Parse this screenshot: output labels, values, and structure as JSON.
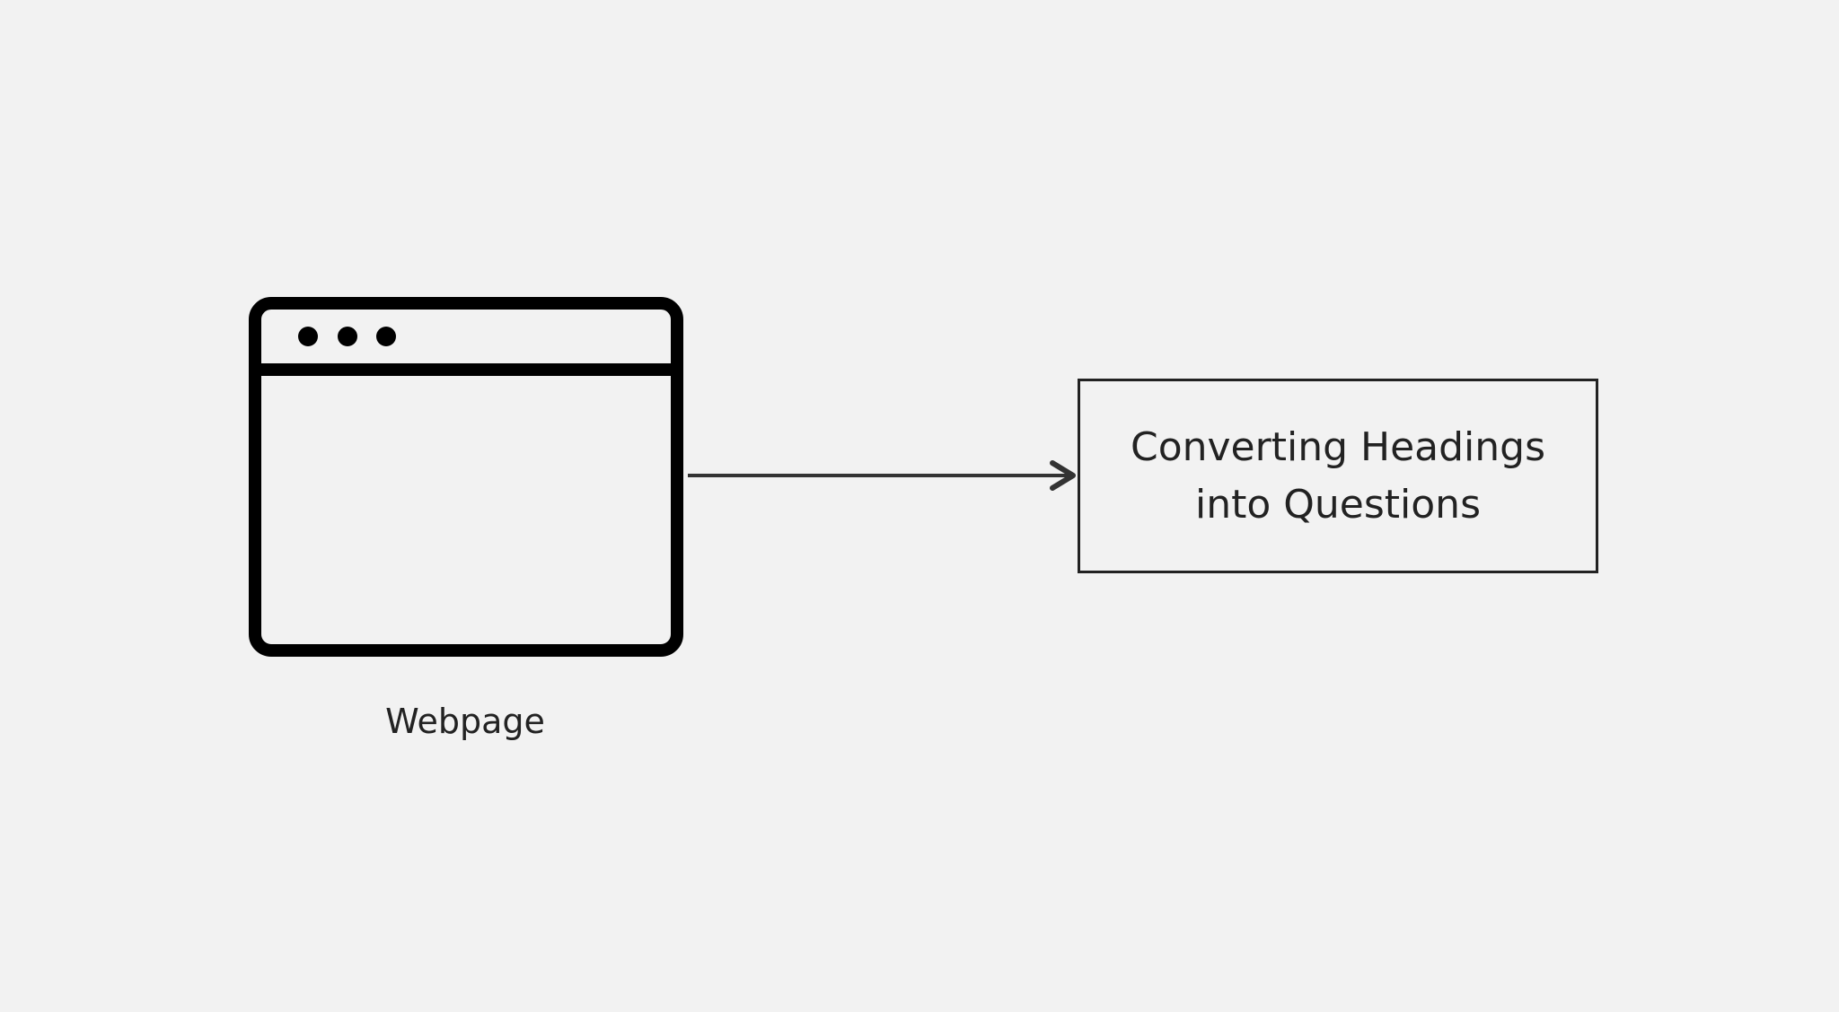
{
  "diagram": {
    "source_node": {
      "icon": "browser-window-icon",
      "label": "Webpage"
    },
    "target_node": {
      "label": "Converting Headings into Questions"
    },
    "edge": {
      "from": "Webpage",
      "to": "Converting Headings into Questions",
      "style": "solid-arrow"
    },
    "colors": {
      "background": "#f2f2f2",
      "stroke": "#222222",
      "arrow": "#333333",
      "icon": "#000000"
    }
  }
}
